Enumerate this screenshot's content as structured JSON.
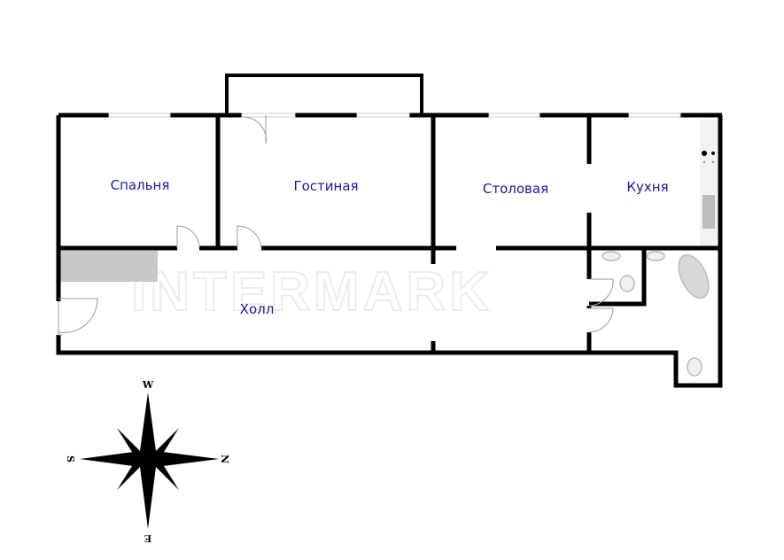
{
  "plan": {
    "rooms": {
      "bedroom": "Спальня",
      "living": "Гостиная",
      "dining": "Столовая",
      "kitchen": "Кухня",
      "hall": "Холл"
    },
    "watermark": "INTERMARK"
  },
  "compass": {
    "top": "W",
    "left": "S",
    "right": "N",
    "bottom": "E"
  },
  "colors": {
    "walls": "#000000",
    "labels": "#1a1a9a"
  }
}
